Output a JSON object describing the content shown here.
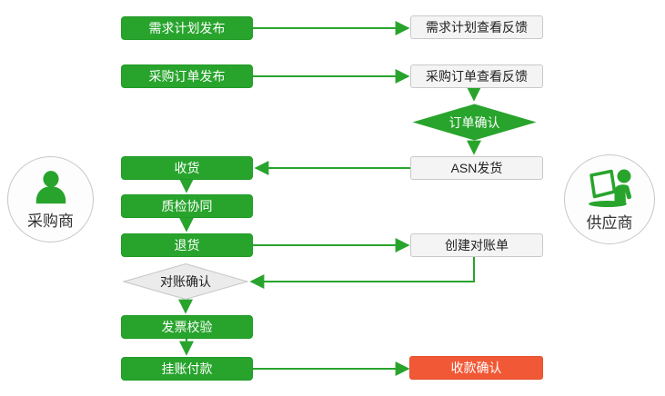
{
  "diagram_title": "",
  "actors": {
    "buyer": {
      "label": "采购商",
      "icon": "person-icon"
    },
    "supplier": {
      "label": "供应商",
      "icon": "person-laptop-icon"
    }
  },
  "nodes": {
    "demand_plan_publish": {
      "label": "需求计划发布",
      "type": "green-box"
    },
    "demand_plan_feedback": {
      "label": "需求计划查看反馈",
      "type": "white-box"
    },
    "po_publish": {
      "label": "采购订单发布",
      "type": "green-box"
    },
    "po_feedback": {
      "label": "采购订单查看反馈",
      "type": "white-box"
    },
    "order_confirm": {
      "label": "订单确认",
      "type": "green-diamond"
    },
    "asn_ship": {
      "label": "ASN发货",
      "type": "white-box"
    },
    "receive_goods": {
      "label": "收货",
      "type": "green-box"
    },
    "quality_collab": {
      "label": "质检协同",
      "type": "green-box"
    },
    "return_goods": {
      "label": "退货",
      "type": "green-box"
    },
    "create_statement": {
      "label": "创建对账单",
      "type": "white-box"
    },
    "statement_confirm": {
      "label": "对账确认",
      "type": "gray-diamond"
    },
    "invoice_check": {
      "label": "发票校验",
      "type": "green-box"
    },
    "payment_on_account": {
      "label": "挂账付款",
      "type": "green-box"
    },
    "collection_confirm": {
      "label": "收款确认",
      "type": "red-box"
    }
  },
  "colors": {
    "process_green": "#28a42d",
    "green_border": "#1f9a26",
    "alert_red": "#f15936",
    "box_gray_bg": "#f4f4f4",
    "diamond_gray_bg": "#ebebeb",
    "gray_border": "#c9c9c9",
    "arrow_green": "#28a42d",
    "text_dark": "#333333"
  }
}
